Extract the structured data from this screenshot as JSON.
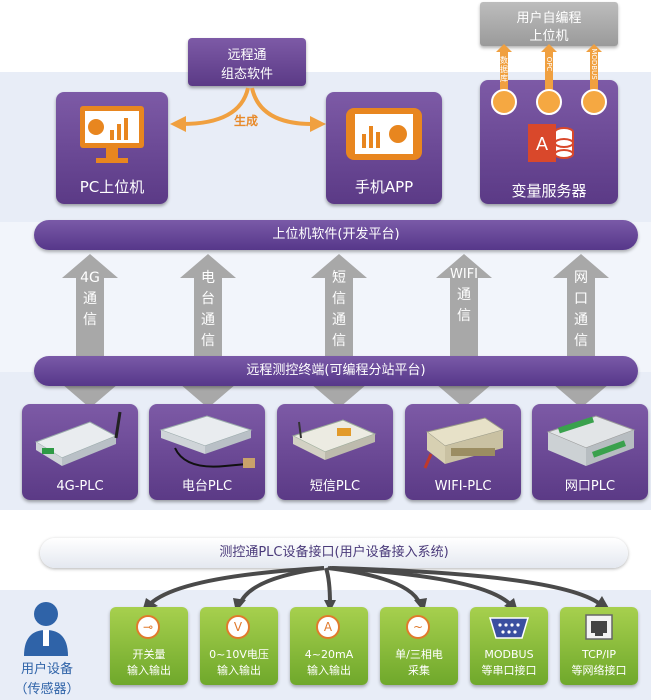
{
  "user_program": {
    "line1": "用户自编程",
    "line2": "上位机"
  },
  "config_software": {
    "line1": "远程通",
    "line2": "组态软件"
  },
  "generate_label": "生成",
  "pc_host": "PC上位机",
  "mobile_app": "手机APP",
  "variable_server": "变量服务器",
  "server_tubes": [
    "数据库",
    "OPC",
    "MODBUS"
  ],
  "host_platform": "上位机软件(开发平台)",
  "channels": [
    {
      "lines": [
        "4G",
        "通",
        "信"
      ]
    },
    {
      "lines": [
        "电",
        "台",
        "通",
        "信"
      ]
    },
    {
      "lines": [
        "短",
        "信",
        "通",
        "信"
      ]
    },
    {
      "lines": [
        "WIFI",
        "通",
        "信"
      ]
    },
    {
      "lines": [
        "网",
        "口",
        "通",
        "信"
      ]
    }
  ],
  "terminal_platform": "远程测控终端(可编程分站平台)",
  "plcs": [
    "4G-PLC",
    "电台PLC",
    "短信PLC",
    "WIFI-PLC",
    "网口PLC"
  ],
  "interface_bar": "测控通PLC设备接口(用户设备接入系统)",
  "user_device": {
    "line1": "用户设备",
    "line2": "（传感器）"
  },
  "io_modules": [
    {
      "icon": "⊸",
      "line1": "开关量",
      "line2": "输入输出"
    },
    {
      "icon": "V",
      "line1": "0~10V电压",
      "line2": "输入输出"
    },
    {
      "icon": "A",
      "line1": "4~20mA",
      "line2": "输入输出"
    },
    {
      "icon": "~",
      "line1": "单/三相电",
      "line2": "采集"
    },
    {
      "icon": "",
      "line1": "MODBUS",
      "line2": "等串口接口"
    },
    {
      "icon": "",
      "line1": "TCP/IP",
      "line2": "等网络接口"
    }
  ],
  "colors": {
    "purple": "#6a4a96",
    "band": "#e7ecf6",
    "green": "#8cc13f",
    "gray": "#a9a9a9",
    "orange": "#f0a040"
  }
}
